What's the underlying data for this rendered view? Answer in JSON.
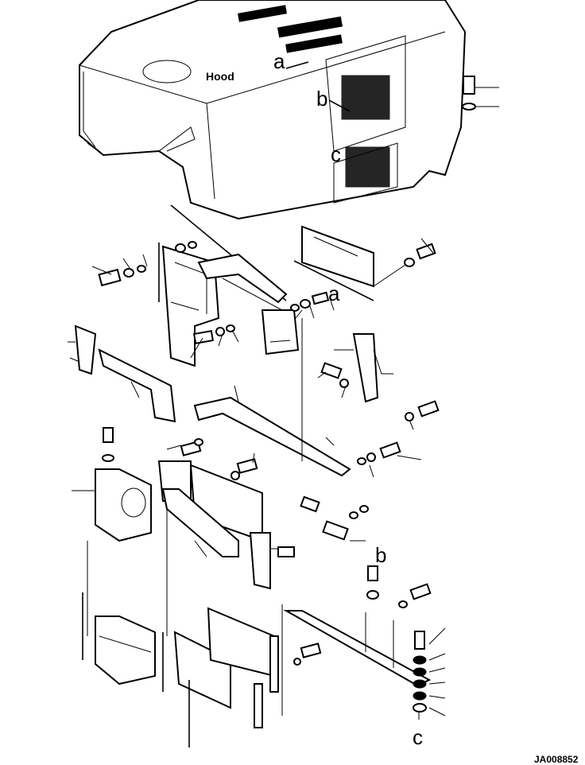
{
  "diagram": {
    "labels": {
      "hood": "Hood",
      "a1": "a",
      "b1": "b",
      "c1": "c",
      "a2": "a",
      "b2": "b",
      "c2": "c",
      "code": "JA008852"
    }
  }
}
